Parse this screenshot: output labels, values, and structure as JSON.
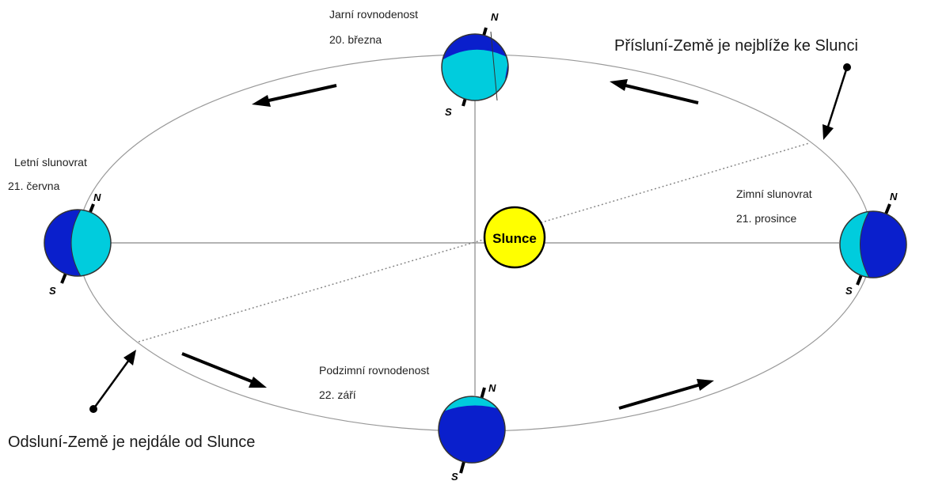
{
  "sun": {
    "label": "Slunce",
    "color": "#ffff00"
  },
  "colors": {
    "day": "#00ccdd",
    "night": "#0a1fcc",
    "orbit": "#999999"
  },
  "seasons": {
    "spring": {
      "name": "Jarní rovnodenost",
      "date": "20. března"
    },
    "summer": {
      "name": "Letní slunovrat",
      "date": "21. června"
    },
    "winter": {
      "name": "Zimní slunovrat",
      "date": "21. prosince"
    },
    "autumn": {
      "name": "Podzimní rovnodenost",
      "date": "22. září"
    }
  },
  "perihelion": "Přísluní-Země je nejblíže ke Slunci",
  "aphelion": "Odsluní-Země je nejdále od Slunce",
  "poles": {
    "north": "N",
    "south": "S"
  }
}
